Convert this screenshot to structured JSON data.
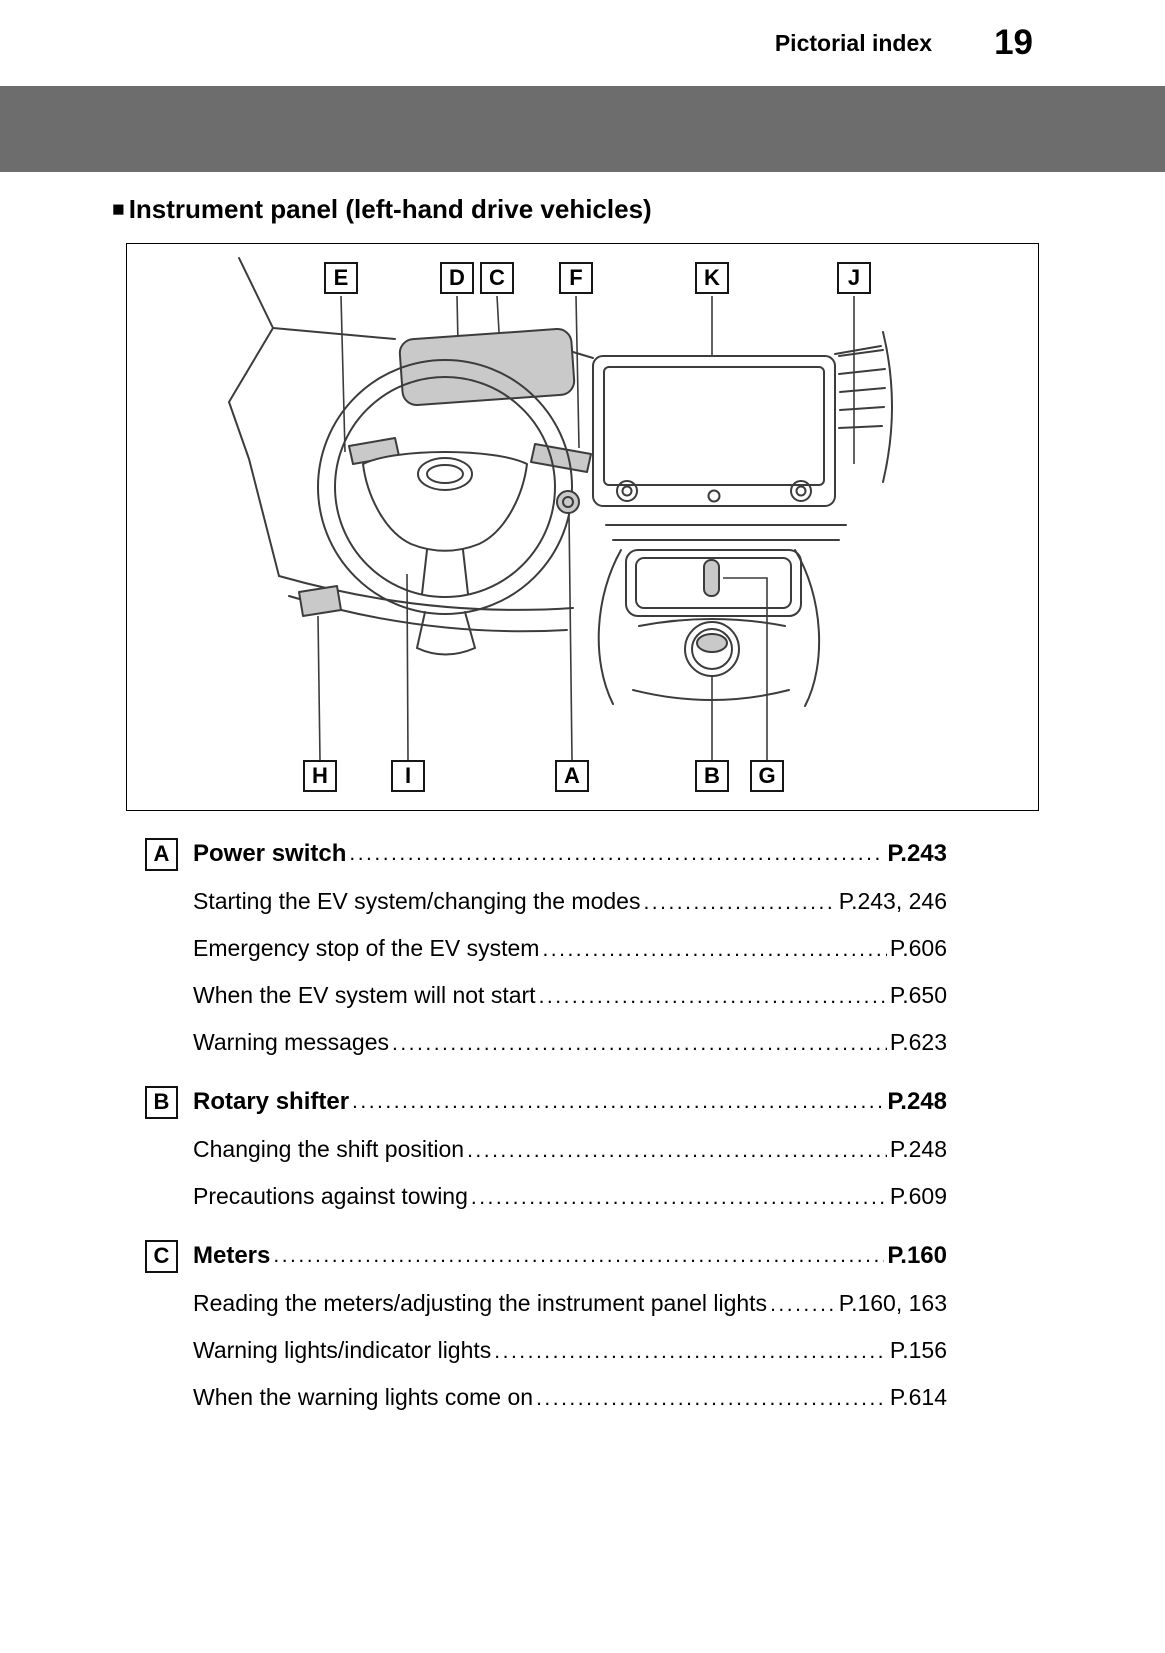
{
  "header": {
    "section_label": "Pictorial index",
    "page_number": "19"
  },
  "title": {
    "marker": "■",
    "text": "Instrument panel (left-hand drive vehicles)"
  },
  "diagram": {
    "callouts": [
      "E",
      "D",
      "C",
      "F",
      "K",
      "J",
      "H",
      "I",
      "A",
      "B",
      "G"
    ]
  },
  "index": [
    {
      "letter": "A",
      "title": "Power switch",
      "page": "P.243",
      "subitems": [
        {
          "text": "Starting the EV system/changing the modes",
          "page": "P.243, 246"
        },
        {
          "text": "Emergency stop of the EV system",
          "page": "P.606"
        },
        {
          "text": "When the EV system will not start",
          "page": "P.650"
        },
        {
          "text": "Warning messages",
          "page": "P.623"
        }
      ]
    },
    {
      "letter": "B",
      "title": "Rotary shifter",
      "page": "P.248",
      "subitems": [
        {
          "text": "Changing the shift position",
          "page": "P.248"
        },
        {
          "text": "Precautions against towing",
          "page": "P.609"
        }
      ]
    },
    {
      "letter": "C",
      "title": "Meters",
      "page": "P.160",
      "subitems": [
        {
          "text": "Reading the meters/adjusting the instrument panel lights",
          "page": "P.160, 163"
        },
        {
          "text": "Warning lights/indicator lights",
          "page": "P.156"
        },
        {
          "text": "When the warning lights come on",
          "page": "P.614"
        }
      ]
    }
  ],
  "colors": {
    "band": "#6d6d6d",
    "line": "#3c3c3c",
    "fill": "#c9c9c9",
    "text": "#000000"
  }
}
